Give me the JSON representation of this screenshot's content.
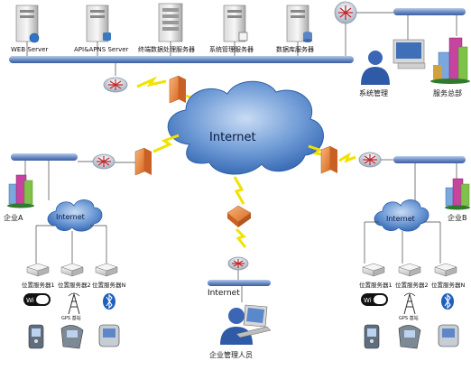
{
  "top_servers": {
    "web": "WEB Server",
    "api": "API&APNS Server",
    "terminal": "终端数据处理服务器",
    "sysmgmt": "系统管理服务器",
    "database": "数据库服务器"
  },
  "hq": {
    "admin": "系统管理",
    "headquarters": "服务总部"
  },
  "internet": {
    "main": "Internet",
    "left": "Internet",
    "right": "Internet",
    "bottom_bar": "Internet"
  },
  "enterprise": {
    "a": "企业A",
    "b": "企业B",
    "manager": "企业管理人员"
  },
  "left_locators": [
    "位置服务器1",
    "位置服务器2",
    "位置服务器N"
  ],
  "right_locators": [
    "位置服务器1",
    "位置服务器2",
    "位置服务器N"
  ],
  "tech": {
    "wifi": "Wi Fi",
    "gps_left": "GPS 基站",
    "gps_right": "GPS 基站"
  },
  "colors": {
    "bar": "#6f8fc6",
    "cloud": "#4e7fc8",
    "firewall": "#e98a3e",
    "lightning": "#f1e200"
  }
}
